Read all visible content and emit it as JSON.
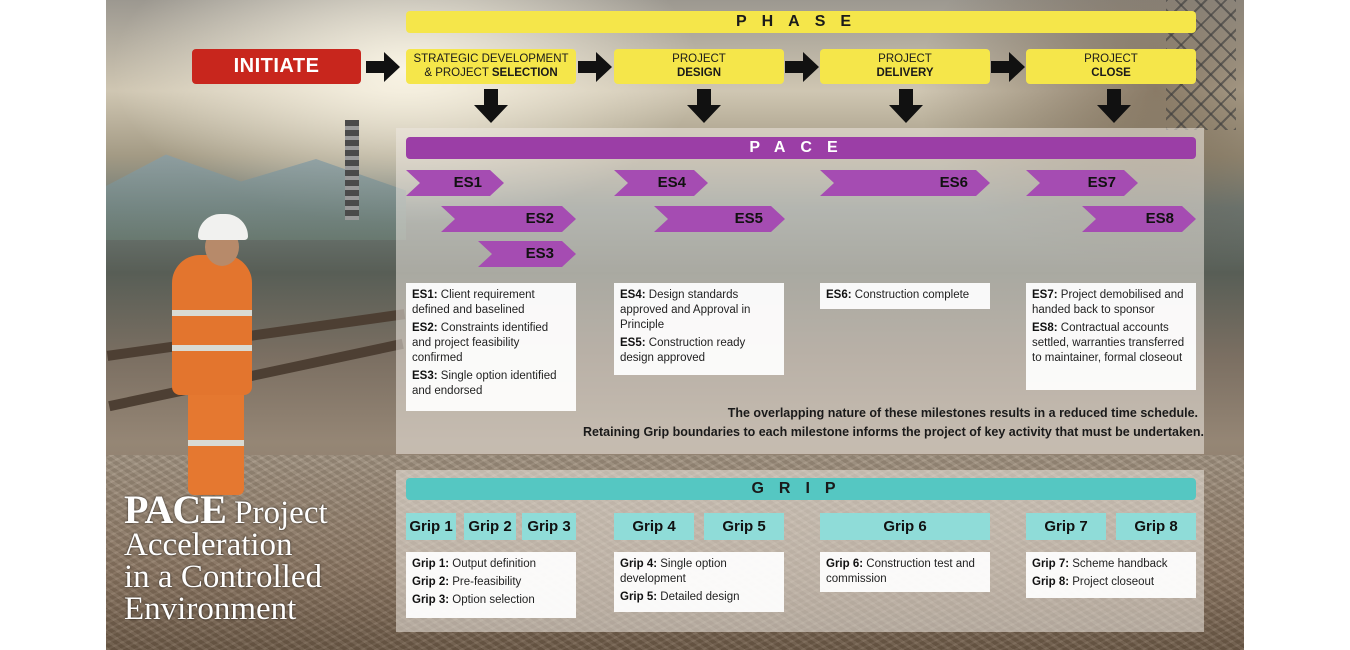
{
  "phase": {
    "banner": "PHASE",
    "initiate": "INITIATE",
    "steps": [
      {
        "line1": "STRATEGIC DEVELOPMENT",
        "line2a": "& PROJECT ",
        "line2b": "SELECTION"
      },
      {
        "line1": "PROJECT",
        "line2a": "",
        "line2b": "DESIGN"
      },
      {
        "line1": "PROJECT",
        "line2a": "",
        "line2b": "DELIVERY"
      },
      {
        "line1": "PROJECT",
        "line2a": "",
        "line2b": "CLOSE"
      }
    ]
  },
  "pace": {
    "banner": "PACE",
    "milestones": [
      "ES1",
      "ES2",
      "ES3",
      "ES4",
      "ES5",
      "ES6",
      "ES7",
      "ES8"
    ],
    "descriptions": [
      {
        "code": "ES1:",
        "text": " Client requirement defined and baselined"
      },
      {
        "code": "ES2:",
        "text": " Constraints identified and project feasibility confirmed"
      },
      {
        "code": "ES3:",
        "text": " Single option identified and endorsed"
      },
      {
        "code": "ES4:",
        "text": " Design standards approved and Approval in Principle"
      },
      {
        "code": "ES5:",
        "text": " Construction ready design approved"
      },
      {
        "code": "ES6:",
        "text": " Construction complete"
      },
      {
        "code": "ES7:",
        "text": " Project demobilised and handed back to sponsor"
      },
      {
        "code": "ES8:",
        "text": " Contractual accounts settled, warranties transferred to maintainer, formal closeout"
      }
    ],
    "note_line1": "The overlapping nature of these milestones results in a reduced time schedule.",
    "note_line2": "Retaining Grip boundaries to each milestone informs the project of key activity that must be undertaken."
  },
  "grip": {
    "banner": "GRIP",
    "stages": [
      "Grip 1",
      "Grip 2",
      "Grip 3",
      "Grip 4",
      "Grip 5",
      "Grip 6",
      "Grip 7",
      "Grip 8"
    ],
    "descriptions": [
      {
        "code": "Grip 1:",
        "text": " Output definition"
      },
      {
        "code": "Grip 2:",
        "text": " Pre-feasibility"
      },
      {
        "code": "Grip 3:",
        "text": " Option selection"
      },
      {
        "code": "Grip 4:",
        "text": " Single option development"
      },
      {
        "code": "Grip 5:",
        "text": " Detailed design"
      },
      {
        "code": "Grip 6:",
        "text": " Construction test and commission"
      },
      {
        "code": "Grip 7:",
        "text": " Scheme handback"
      },
      {
        "code": "Grip 8:",
        "text": " Project closeout"
      }
    ]
  },
  "title": {
    "big": "PACE",
    "rest1": " Project",
    "rest2": "Acceleration",
    "rest3": "in a Controlled",
    "rest4": "Environment"
  },
  "colors": {
    "phase": "#f5e64a",
    "pace": "#9b3ea6",
    "grip": "#55c7c2",
    "initiate": "#c8261d"
  }
}
